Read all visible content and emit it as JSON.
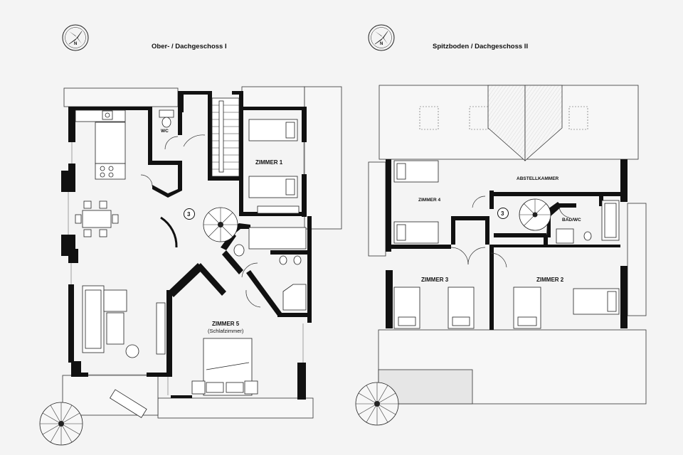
{
  "floors": [
    {
      "title": "Ober- / Dachgeschoss I"
    },
    {
      "title": "Spitzboden / Dachgeschoss II"
    }
  ],
  "compass": {
    "letter": "N"
  },
  "rooms": {
    "wc": "WC",
    "zimmer1": "ZIMMER 1",
    "zimmer5": "ZIMMER 5",
    "zimmer5_sub": "(Schlafzimmer)",
    "zimmer4": "ZIMMER 4",
    "zimmer3": "ZIMMER 3",
    "zimmer2": "ZIMMER 2",
    "abstellkammer": "ABSTELLKAMMER",
    "badwc": "BAD/WC"
  },
  "stair_markers": [
    "3",
    "3"
  ],
  "colors": {
    "wall": "#111111",
    "background": "#f4f4f4",
    "roof_fill": "#f7f7f7"
  }
}
